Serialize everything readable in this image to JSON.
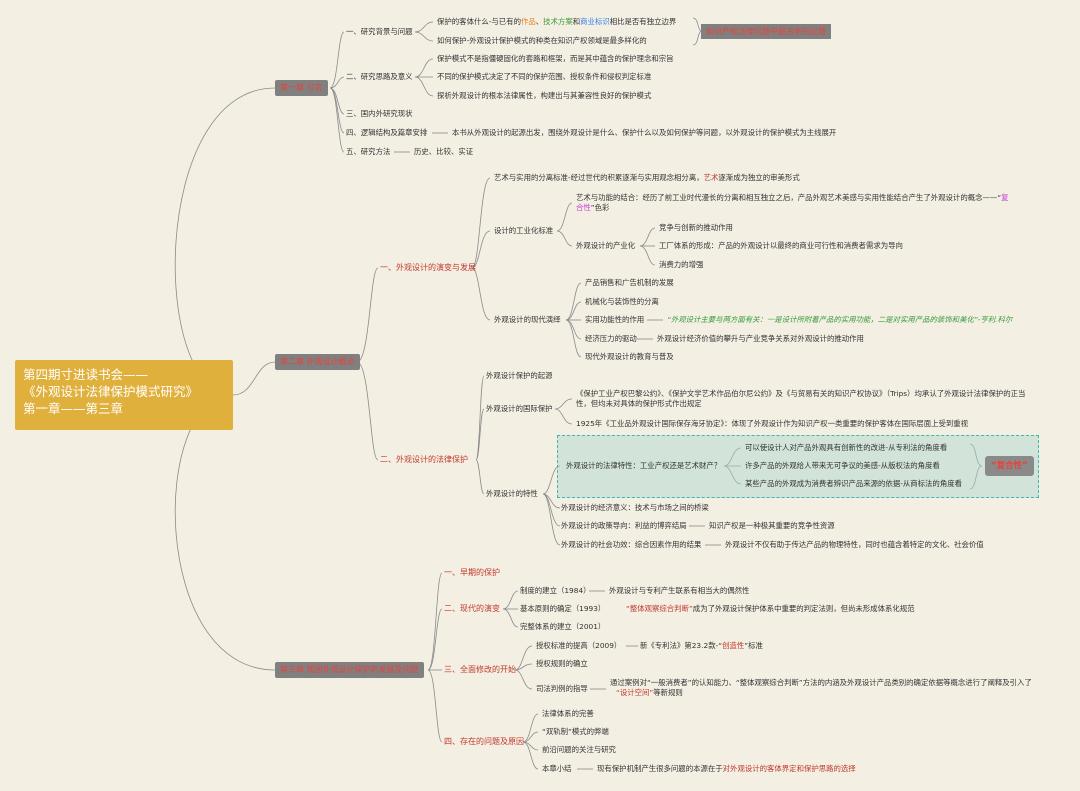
{
  "root": {
    "line1": "第四期寸进读书会——",
    "line2": "《外观设计法律保护模式研究》",
    "line3": "第一章——第三章"
  },
  "ch1": {
    "title": "第一章 引言",
    "s1": {
      "label": "一、研究背景与问题",
      "l1a": "保护的客体什么-与已有的",
      "l1_kw1": "作品",
      "l1_sep1": "、",
      "l1_kw2": "技术方案",
      "l1_sep2": "和",
      "l1_kw3": "商业标识",
      "l1b": "相比是否有独立边界",
      "l2": "如何保护-外观设计保护模式的种类在知识产权领域是最多样化的",
      "callout": "知识产权法律问题中最古老的议题"
    },
    "s2": {
      "label": "二、研究思路及意义",
      "l1": "保护模式不是指僵硬固化的套路和框架，而是其中蕴含的保护理念和宗旨",
      "l2": "不同的保护模式决定了不同的保护范围、授权条件和侵权判定标准",
      "l3": "探析外观设计的根本法律属性，构建出与其兼容性良好的保护模式"
    },
    "s3": "三、国内外研究现状",
    "s4": {
      "label": "四、逻辑结构及篇章安排",
      "l1": "本书从外观设计的起源出发，围绕外观设计是什么、保护什么以及如何保护等问题，以外观设计的保护模式为主线展开"
    },
    "s5": {
      "label": "五、研究方法",
      "l1": "历史、比较、实证"
    }
  },
  "ch2": {
    "title": "第二章 外观设计概论",
    "a": {
      "label": "一、外观设计的演变与发展",
      "top_a": "艺术与实用的分离标准-经过世代的积累逐渐与实用观念相分离，",
      "top_kw": "艺术",
      "top_b": "逐渐成为独立的审美形式",
      "ind": {
        "label": "设计的工业化标准",
        "c1a": "艺术与功能的结合：经历了前工业时代漫长的分离和相互独立之后，产品外观艺术美感与实用性能结合产生了外观设计的概念——“",
        "c1_kw1": "复",
        "c1_kw2": "合性",
        "c1b": "”色彩",
        "c2": {
          "label": "外观设计的产业化",
          "d1": "竞争与创新的推动作用",
          "d2": "工厂体系的形成：产品的外观设计以最终的商业可行性和消费者需求为导向",
          "d3": "消费力的增强"
        }
      },
      "mod": {
        "label": "外观设计的现代演绎",
        "e1": "产品销售和广告机制的发展",
        "e2": "机械化与装饰性的分离",
        "e3": "实用功能性的作用",
        "e3_quote": "“外观设计主要与两方面有关：一是设计所附着产品的实用功能，二是对实用产品的装饰和美化”-亨利.科尔",
        "e4": "经济压力的驱动",
        "e4_detail": "外观设计经济价值的攀升与产业竞争关系对外观设计的推动作用",
        "e5": "现代外观设计的教育与普及"
      }
    },
    "b": {
      "label": "二、外观设计的法律保护",
      "f1": "外观设计保护的起源",
      "f2": {
        "label": "外观设计的国际保护",
        "g1": "《保护工业产权巴黎公约》、《保护文学艺术作品伯尔尼公约》及《与贸易有关的知识产权协议》（Trips）均承认了外观设计法律保护的正当性，但均未对具体的保护形式作出规定",
        "g2": "1925年《工业品外观设计国际保存海牙协定》：体现了外观设计作为知识产权一类重要的保护客体在国际层面上受到重视"
      },
      "f3": {
        "label": "外观设计的特性",
        "h1": {
          "label": "外观设计的法律特性：工业产权还是艺术财产？",
          "i1": "可以使设计人对产品外观具有创新性的改进-从专利法的角度看",
          "i2": "许多产品的外观给人带来无可争议的美感-从版权法的角度看",
          "i3": "某些产品的外观成为消费者辨识产品来源的依据-从商标法的角度看",
          "tag": "“复合性”"
        },
        "h2": "外观设计的经济意义：技术与市场之间的桥梁",
        "h3": "外观设计的政策导向：利益的博弈结局",
        "h3_detail": "知识产权是一种极其重要的竞争性资源",
        "h4": "外观设计的社会功效：综合因素作用的结果",
        "h4_detail": "外观设计不仅有助于传达产品的物理特性，同时也蕴含着特定的文化、社会价值"
      }
    }
  },
  "ch3": {
    "title": "第三章 我国外观设计保护的发展及问题",
    "a": "一、早期的保护",
    "b": {
      "label": "二、现代的演变",
      "j1": "制度的建立（1984）",
      "j1_detail": "外观设计与专利产生联系有相当大的偶然性",
      "j2": "基本原则的确定（1993）",
      "j2_kw": "“整体观察综合判断”",
      "j2_detail": "成为了外观设计保护体系中重要的判定法则，但尚未形成体系化规范",
      "j3": "完整体系的建立（2001）"
    },
    "c": {
      "label": "三、全面修改的开始",
      "k1": "授权标准的提高（2009）",
      "k1_a": "新《专利法》第23.2款-“",
      "k1_kw": "创造性",
      "k1_b": "”标准",
      "k2": "授权规则的确立",
      "k3": "司法判例的指导",
      "k3_a": "通过案例对“一般消费者”的认知能力、“整体观察综合判断”方法的内涵及外观设计产品类别的确定依据等概念进行了阐释及引入了",
      "k3_kw": "“设计空间”",
      "k3_b": "等新规则"
    },
    "d": {
      "label": "四、存在的问题及原因",
      "m1": "法律体系的完善",
      "m2": "“双轨制”模式的弊端",
      "m3": "前沿问题的关注与研究",
      "m4": "本章小结",
      "m4_a": "现有保护机制产生很多问题的本源在于",
      "m4_kw": "对外观设计的客体界定和保护思路的选择"
    }
  }
}
